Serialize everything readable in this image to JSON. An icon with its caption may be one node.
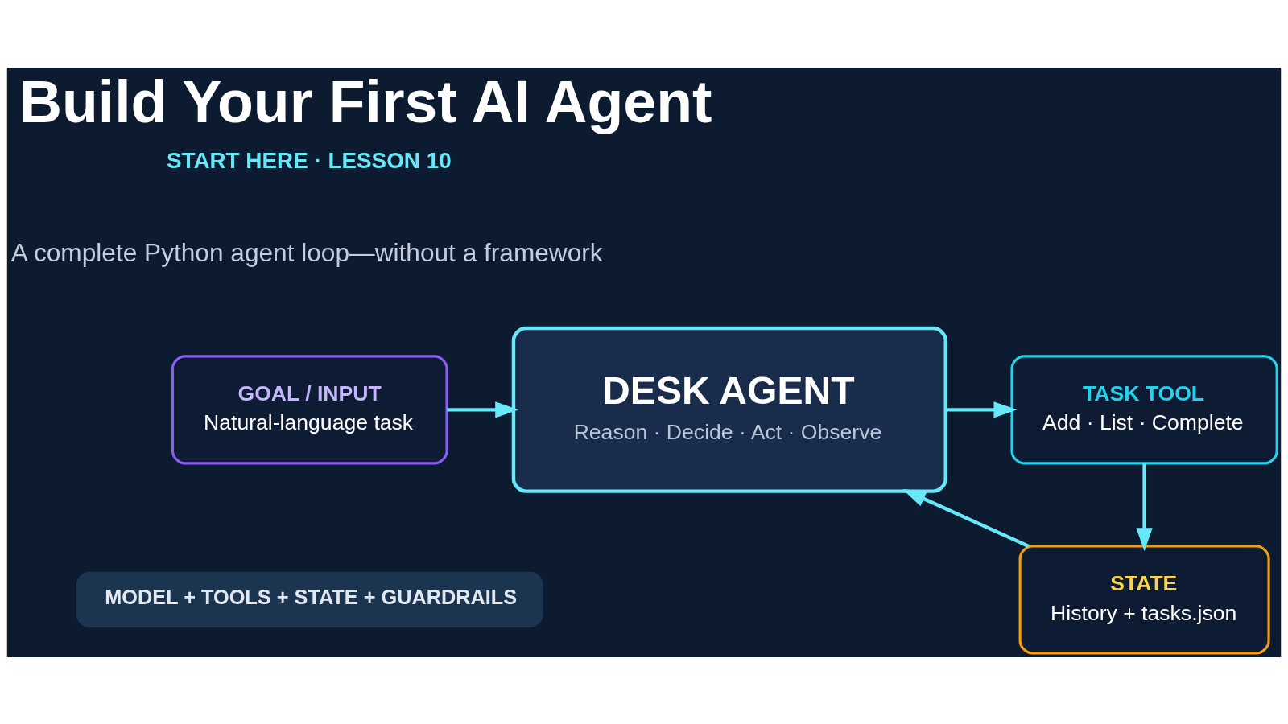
{
  "diagram": {
    "title": "Build Your First AI Agent",
    "nodes": [
      {
        "text": [
          "GOAL / INPUT",
          "Natural-language task"
        ]
      },
      {
        "text": [
          "DESK AGENT",
          "Reason · Decide · Act · Observe"
        ]
      },
      {
        "text": [
          "TASK TOOL",
          "Add · List · Complete"
        ]
      },
      {
        "text": [
          "STATE",
          "History + tasks.json"
        ]
      },
      {
        "text": [
          "MODEL + TOOLS + STATE + GUARDRAILS"
        ]
      }
    ],
    "edges": [
      {
        "from": 0,
        "to": 1,
        "arrow": "to"
      },
      {
        "from": 1,
        "to": 2,
        "arrow": "to"
      },
      {
        "from": 2,
        "to": 3,
        "arrow": "to"
      },
      {
        "from": 3,
        "to": 1,
        "arrow": "to"
      }
    ],
    "labels": [
      "START HERE · LESSON 10",
      "A complete Python agent loop—without a framework"
    ]
  }
}
